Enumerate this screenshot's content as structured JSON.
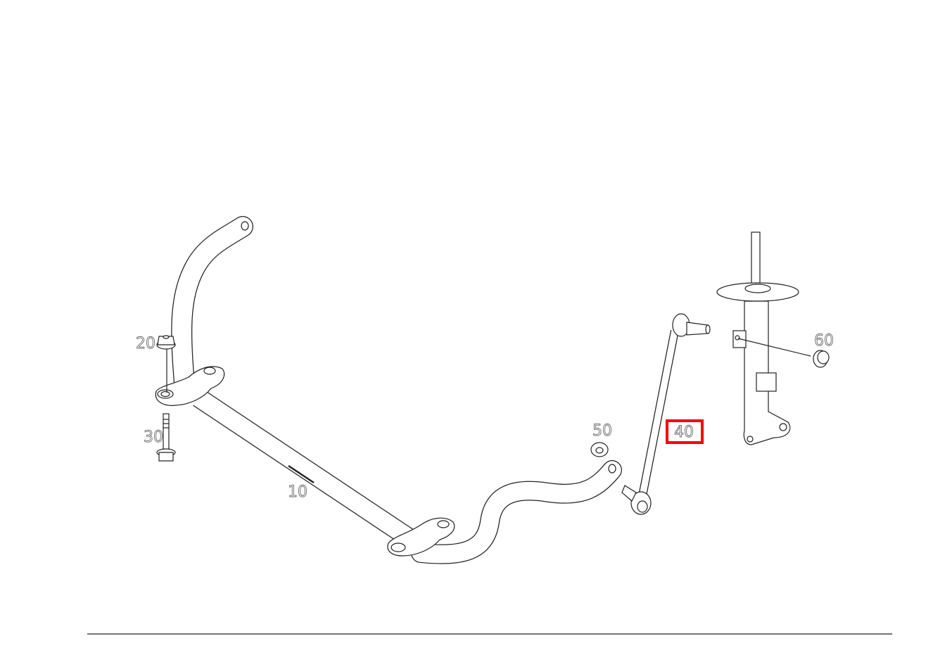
{
  "diagram": {
    "callouts": [
      {
        "id": "10",
        "label": "10",
        "part": "stabilizer-bar"
      },
      {
        "id": "20",
        "label": "20",
        "part": "nut"
      },
      {
        "id": "30",
        "label": "30",
        "part": "bolt"
      },
      {
        "id": "40",
        "label": "40",
        "part": "link-rod",
        "highlighted": true
      },
      {
        "id": "50",
        "label": "50",
        "part": "nut"
      },
      {
        "id": "60",
        "label": "60",
        "part": "nut"
      }
    ],
    "highlight_color": "#ff0000",
    "line_color": "#222222"
  }
}
